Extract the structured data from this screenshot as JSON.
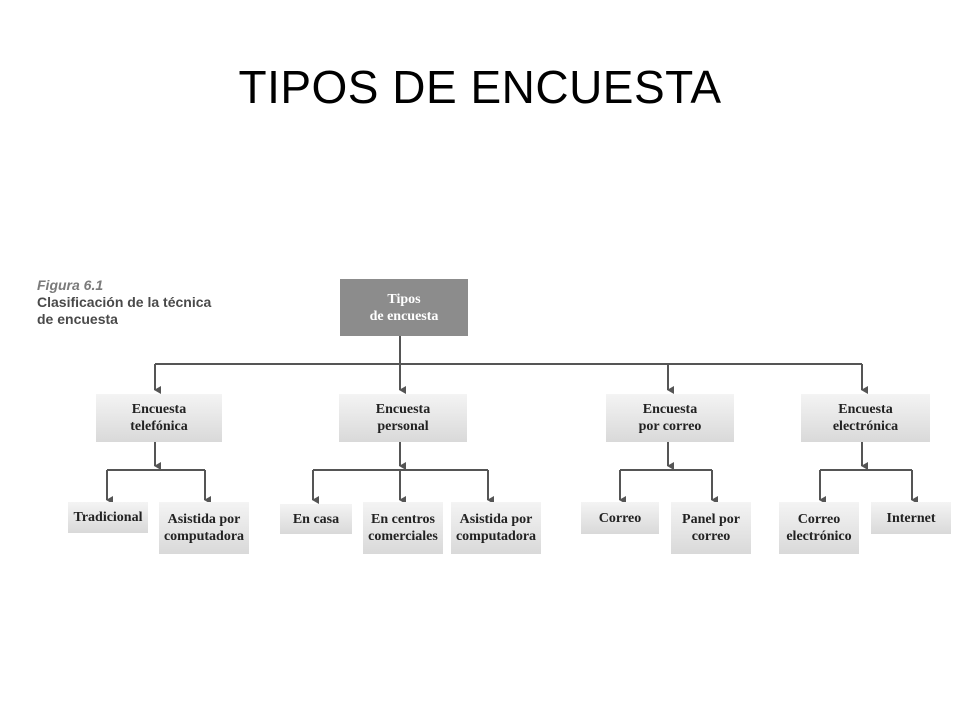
{
  "title": "TIPOS DE ENCUESTA",
  "figure": {
    "label": "Figura 6.1",
    "caption_line1": "Clasificación de la técnica",
    "caption_line2": "de encuesta"
  },
  "root": "Tipos\nde encuesta",
  "categories": [
    {
      "label": "Encuesta\ntelefónica",
      "children": [
        "Tradicional",
        "Asistida por\ncomputadora"
      ]
    },
    {
      "label": "Encuesta\npersonal",
      "children": [
        "En casa",
        "En centros\ncomerciales",
        "Asistida por\ncomputadora"
      ]
    },
    {
      "label": "Encuesta\npor correo",
      "children": [
        "Correo",
        "Panel por\ncorreo"
      ]
    },
    {
      "label": "Encuesta\nelectrónica",
      "children": [
        "Correo\nelectrónico",
        "Internet"
      ]
    }
  ],
  "colors": {
    "root_fill": "#8c8c8c",
    "node_fill": "#e6e6e6",
    "connector": "#555555"
  }
}
